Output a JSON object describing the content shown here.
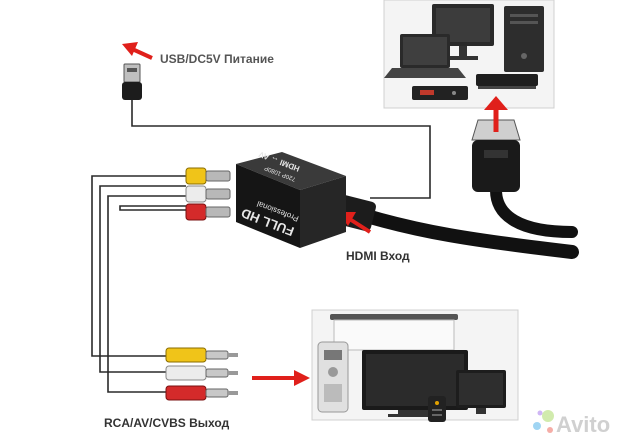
{
  "labels": {
    "usb": "USB/DC5V Питание",
    "hdmi_in": "HDMI Вход",
    "rca_out": "RCA/AV/CVBS Выход"
  },
  "device": {
    "title": "FULL HD",
    "subtitle": "Professional",
    "mode": "HDMI ↔ AV",
    "resolution": "720P 1080P"
  },
  "watermark": "Avito",
  "colors": {
    "arrow": "#e0201b",
    "cable": "#111111",
    "wire": "#2a2a2a",
    "rca_yellow": "#f0c419",
    "rca_white": "#ececec",
    "rca_red": "#d42a2a"
  },
  "icons": [
    "usb-plug-icon",
    "desktop-computer-icon",
    "laptop-icon",
    "set-top-box-icon",
    "game-console-icon",
    "hdmi-plug-icon",
    "converter-box-icon",
    "rca-plug-icon",
    "projector-screen-icon",
    "tv-icon",
    "remote-control-icon"
  ]
}
